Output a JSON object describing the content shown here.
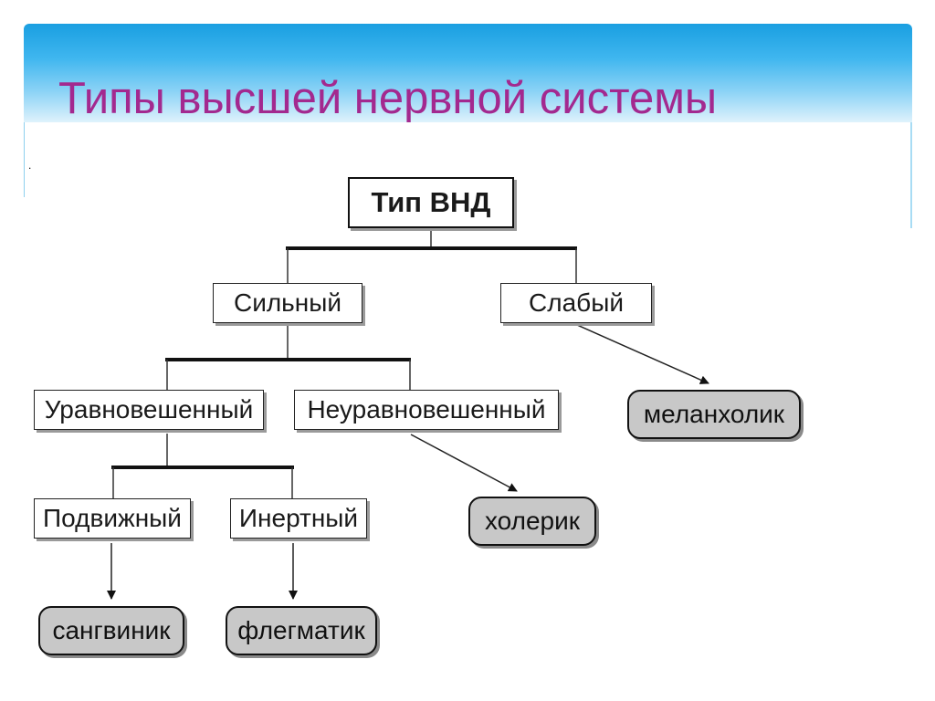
{
  "slide": {
    "title": "Типы высшей нервной системы",
    "marker": "."
  },
  "diagram": {
    "root": "Тип ВНД",
    "strong": "Сильный",
    "weak": "Слабый",
    "balanced": "Уравновешенный",
    "unbalanced": "Неуравновешенный",
    "mobile": "Подвижный",
    "inert": "Инертный",
    "melancholic": "меланхолик",
    "choleric": "холерик",
    "sanguine": "сангвиник",
    "phlegmatic": "флегматик"
  },
  "colors": {
    "title": "#a3298f",
    "header_gradient_top": "#1a9fe1",
    "leaf_fill": "#c8c8c8"
  }
}
